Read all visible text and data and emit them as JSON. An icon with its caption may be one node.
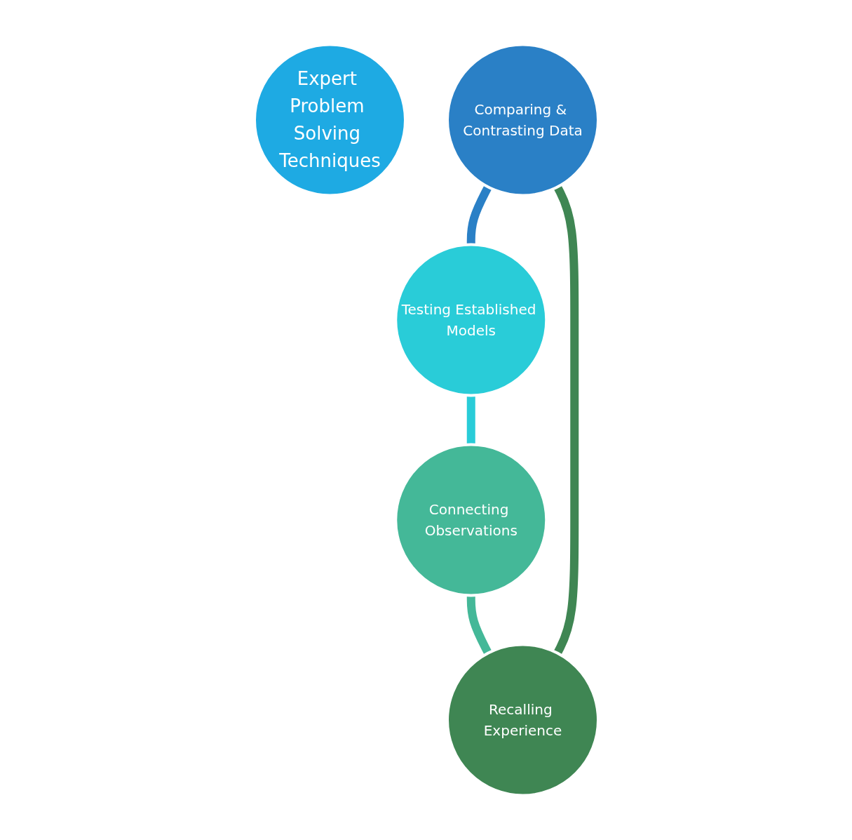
{
  "diagram": {
    "nodes": [
      {
        "text": [
          "Expert Problem Solving Techniques"
        ]
      },
      {
        "text": [
          "Comparing & Contrasting Data"
        ]
      },
      {
        "text": [
          "Testing Established Models"
        ]
      },
      {
        "text": [
          "Connecting Observations"
        ]
      },
      {
        "text": [
          "Recalling Experience"
        ]
      }
    ],
    "edges": [
      {
        "from": 1,
        "to": 2,
        "arrow": "none",
        "color": "#2a80c6"
      },
      {
        "from": 2,
        "to": 3,
        "arrow": "none",
        "color": "#29ccd8"
      },
      {
        "from": 3,
        "to": 4,
        "arrow": "none",
        "color": "#44b898"
      },
      {
        "from": 4,
        "to": 1,
        "arrow": "none",
        "color": "#3f8653"
      }
    ]
  }
}
